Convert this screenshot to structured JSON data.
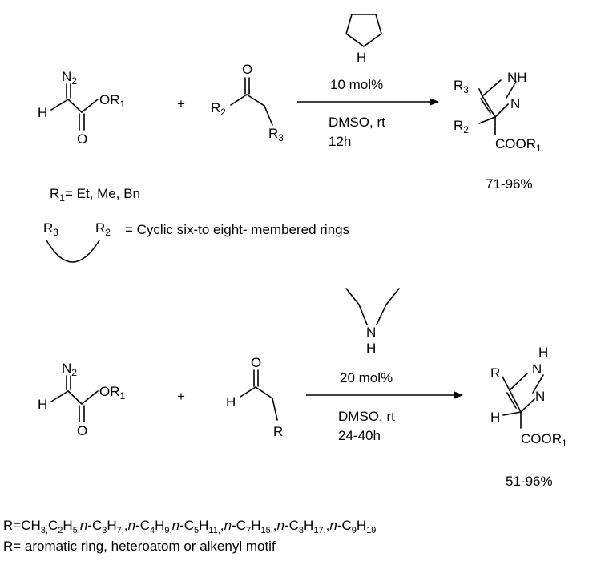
{
  "reaction1": {
    "diazo": {
      "n": "N",
      "n_sub": "2",
      "h": "H",
      "or": "OR",
      "or_sub": "1",
      "o": "O"
    },
    "plus": "+",
    "ketone": {
      "o": "O",
      "r2": "R",
      "r2_sub": "2",
      "r3": "R",
      "r3_sub": "3"
    },
    "catalyst_label": "H",
    "loading": "10 mol%",
    "solvent": "DMSO, rt",
    "time": "12h",
    "product": {
      "r3": "R",
      "r3_sub": "3",
      "nh": "H",
      "n1": "N",
      "n2": "N",
      "r2": "R",
      "r2_sub": "2",
      "ester": "COOR",
      "ester_sub": "1"
    },
    "yield": "71-96%",
    "r1_def": {
      "r": "R",
      "sub": "1",
      "text": "= Et, Me, Bn"
    },
    "ring_def": {
      "r3": "R",
      "r3_sub": "3",
      "r2": "R",
      "r2_sub": "2",
      "text": "= Cyclic six-to eight- membered rings"
    }
  },
  "reaction2": {
    "diazo": {
      "n": "N",
      "n_sub": "2",
      "h": "H",
      "or": "OR",
      "or_sub": "1",
      "o": "O"
    },
    "plus": "+",
    "aldehyde": {
      "o": "O",
      "h": "H",
      "r": "R"
    },
    "catalyst_label": "H",
    "loading": "20 mol%",
    "solvent": "DMSO, rt",
    "time": "24-40h",
    "product": {
      "r": "R",
      "nh": "H",
      "n1": "N",
      "n2": "N",
      "h": "H",
      "ester": "COOR",
      "ester_sub": "1"
    },
    "yield": "51-96%"
  },
  "footnotes": {
    "line1": {
      "prefix": "R=CH",
      "s1": "3,",
      "t2": "C",
      "s2": "2",
      "t3": "H",
      "s3": "5,",
      "n": "n",
      "t4": "-C",
      "s4": "3",
      "t5": "H",
      "s5": "7,",
      "t6": ",",
      "t7": "-C",
      "s7": "4",
      "t8": "H",
      "s8": "9,",
      "t9": "-C",
      "s9": "5",
      "t10": "H",
      "s10": "11,",
      "t11": ",",
      "t12": "-C",
      "s12": "7",
      "t13": "H",
      "s13": "15,",
      "t14": ",",
      "t15": "-C",
      "s15": "8",
      "t16": "H",
      "s16": "17,",
      "t17": ",",
      "t18": "-C",
      "s18": "9",
      "t19": "H",
      "s19": "19"
    },
    "line2": "R= aromatic ring, heteroatom or alkenyl motif"
  }
}
